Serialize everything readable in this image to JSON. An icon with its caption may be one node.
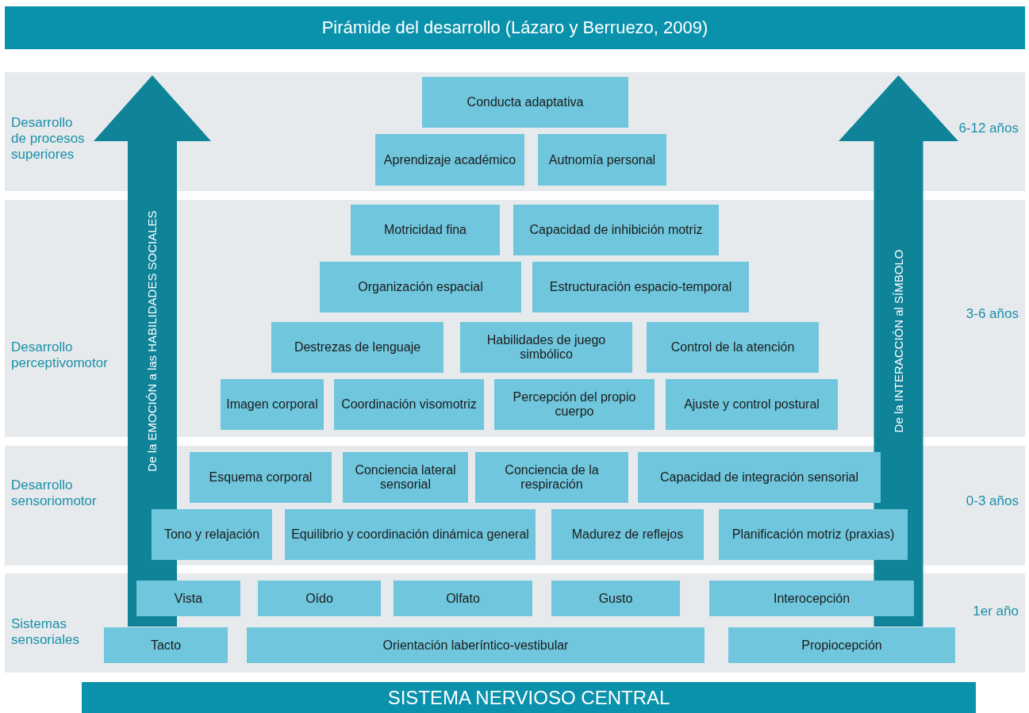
{
  "diagram": {
    "title": "Pirámide del desarrollo (Lázaro y Berruezo, 2009)",
    "nodes": [
      {
        "text": [
          "Desarrollo de procesos superiores",
          "6-12 años"
        ]
      },
      {
        "text": [
          "Conducta adaptativa"
        ],
        "in": 0
      },
      {
        "text": [
          "Aprendizaje académico"
        ],
        "in": 0
      },
      {
        "text": [
          "Autnomía personal"
        ],
        "in": 0
      },
      {
        "text": [
          "Desarrollo perceptivomotor",
          "3-6 años"
        ]
      },
      {
        "text": [
          "Motricidad fina"
        ],
        "in": 4
      },
      {
        "text": [
          "Capacidad de inhibición motriz"
        ],
        "in": 4
      },
      {
        "text": [
          "Organización espacial"
        ],
        "in": 4
      },
      {
        "text": [
          "Estructuración espacio-temporal"
        ],
        "in": 4
      },
      {
        "text": [
          "Destrezas de lenguaje"
        ],
        "in": 4
      },
      {
        "text": [
          "Habilidades de juego simbólico"
        ],
        "in": 4
      },
      {
        "text": [
          "Control de la atención"
        ],
        "in": 4
      },
      {
        "text": [
          "Imagen corporal"
        ],
        "in": 4
      },
      {
        "text": [
          "Coordinación visomotriz"
        ],
        "in": 4
      },
      {
        "text": [
          "Percepción del propio cuerpo"
        ],
        "in": 4
      },
      {
        "text": [
          "Ajuste y control postural"
        ],
        "in": 4
      },
      {
        "text": [
          "Desarrollo sensoriomotor",
          "0-3 años"
        ]
      },
      {
        "text": [
          "Esquema corporal"
        ],
        "in": 16
      },
      {
        "text": [
          "Conciencia lateral sensorial"
        ],
        "in": 16
      },
      {
        "text": [
          "Conciencia de la respiración"
        ],
        "in": 16
      },
      {
        "text": [
          "Capacidad de integración sensorial"
        ],
        "in": 16
      },
      {
        "text": [
          "Tono y relajación"
        ],
        "in": 16
      },
      {
        "text": [
          "Equilibrio y coordinación dinámica general"
        ],
        "in": 16
      },
      {
        "text": [
          "Madurez de reflejos"
        ],
        "in": 16
      },
      {
        "text": [
          "Planificación motriz (praxias)"
        ],
        "in": 16
      },
      {
        "text": [
          "Sistemas sensoriales",
          "1er año"
        ]
      },
      {
        "text": [
          "Vista"
        ],
        "in": 25
      },
      {
        "text": [
          "Oído"
        ],
        "in": 25
      },
      {
        "text": [
          "Olfato"
        ],
        "in": 25
      },
      {
        "text": [
          "Gusto"
        ],
        "in": 25
      },
      {
        "text": [
          "Interocepción"
        ],
        "in": 25
      },
      {
        "text": [
          "Tacto"
        ],
        "in": 25
      },
      {
        "text": [
          "Orientación laberíntico-vestibular"
        ],
        "in": 25
      },
      {
        "text": [
          "Propiocepción"
        ],
        "in": 25
      },
      {
        "text": [
          "De la EMOCIÓN a las HABILIDADES SOCIALES"
        ]
      },
      {
        "text": [
          "De la INTERACCIÓN al SÍMBOLO"
        ]
      },
      {
        "text": [
          "SISTEMA NERVIOSO CENTRAL"
        ]
      }
    ],
    "edges": []
  }
}
